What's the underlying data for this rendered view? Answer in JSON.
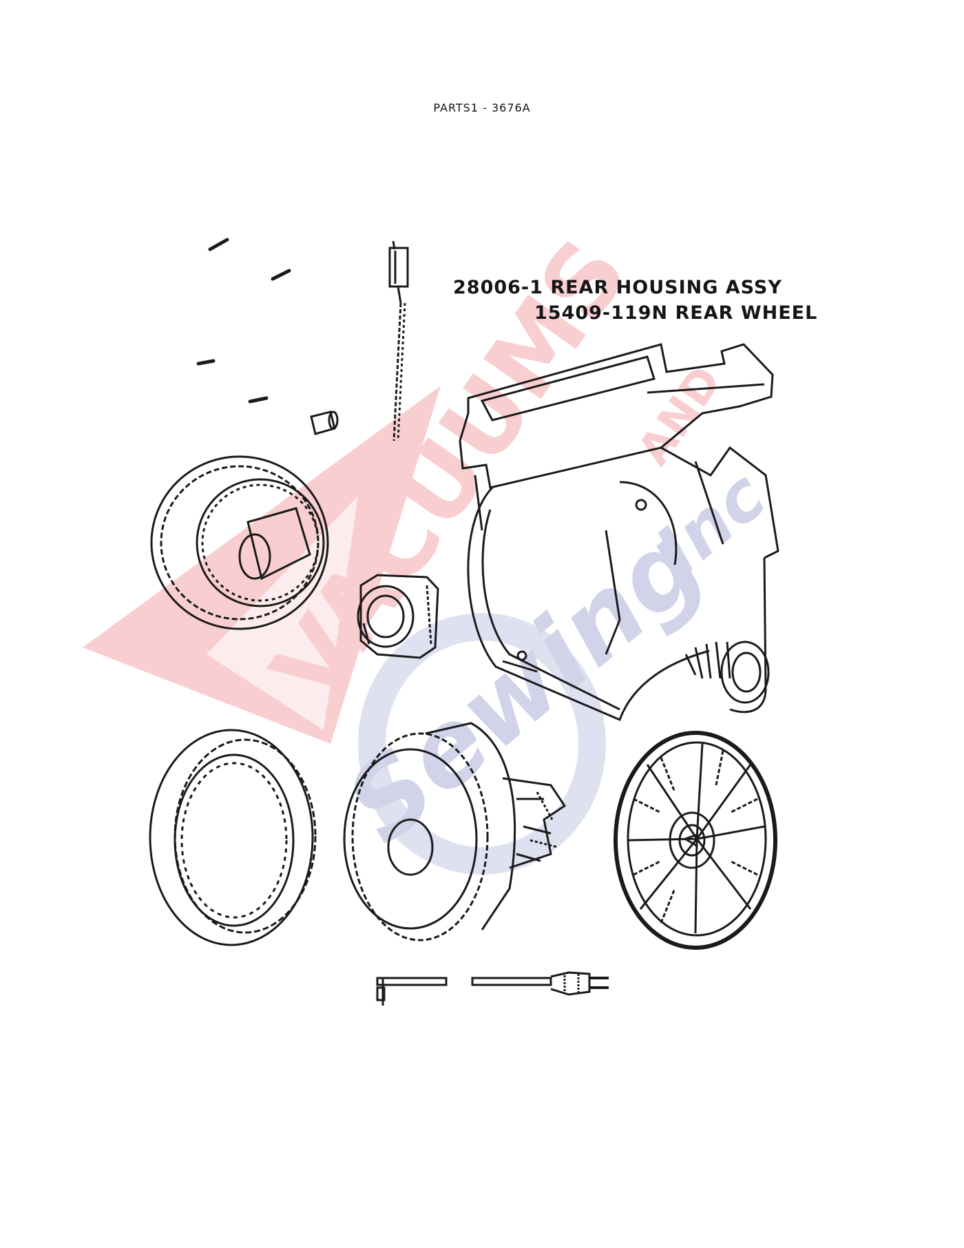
{
  "header": {
    "title": "PARTS1  - 3676A"
  },
  "labels": {
    "line1": "28006-1 REAR HOUSING ASSY",
    "line2": "15409-119N REAR WHEEL"
  },
  "watermark": {
    "word1": "VACUUMS",
    "word2": "AND",
    "word3": "Sewing",
    "word4": "Inc",
    "red": "#e8505a",
    "blue": "#5a66b0"
  },
  "colors": {
    "line": "#1a1a1a",
    "background": "#ffffff"
  }
}
